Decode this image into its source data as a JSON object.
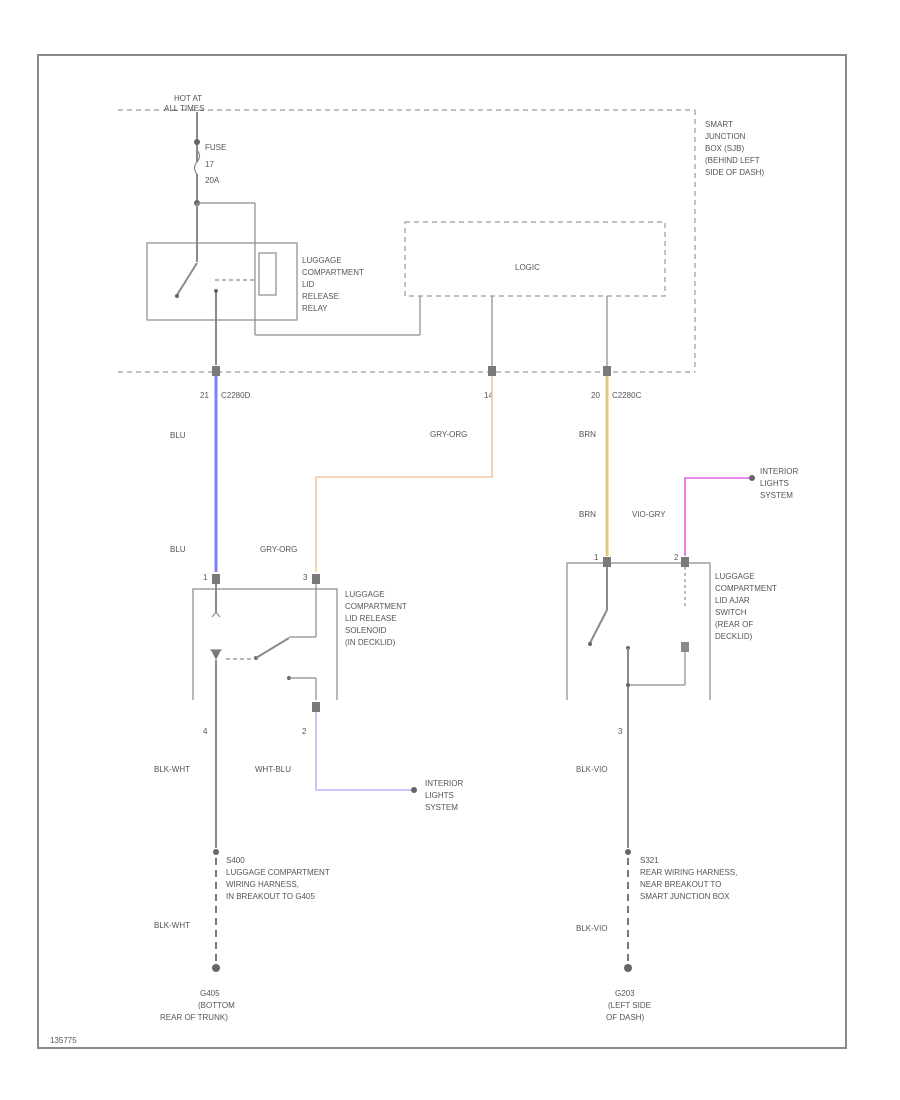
{
  "power": {
    "hot_line1": "HOT AT",
    "hot_line2": "ALL TIMES"
  },
  "fuse": {
    "line1": "FUSE",
    "line2": "17",
    "line3": "20A"
  },
  "sjb": {
    "line1": "SMART",
    "line2": "JUNCTION",
    "line3": "BOX (SJB)",
    "line4": "(BEHIND LEFT",
    "line5": "SIDE OF DASH)"
  },
  "relay": {
    "line1": "LUGGAGE",
    "line2": "COMPARTMENT",
    "line3": "LID",
    "line4": "RELEASE",
    "line5": "RELAY"
  },
  "logic": {
    "label": "LOGIC"
  },
  "pins": {
    "p21": "21",
    "c2280d": "C2280D",
    "p14": "14",
    "p20": "20",
    "c2280c": "C2280C",
    "sol1": "1",
    "sol3": "3",
    "sol4": "4",
    "sol2": "2",
    "sw1": "1",
    "sw2": "2",
    "sw3": "3"
  },
  "wires": {
    "blu_top": "BLU",
    "blu_bot": "BLU",
    "gryorg_top": "GRY-ORG",
    "gryorg_bot": "GRY-ORG",
    "brn_top": "BRN",
    "brn_bot": "BRN",
    "vio_gry": "VIO-GRY",
    "blk_wht_top": "BLK-WHT",
    "wht_blu": "WHT-BLU",
    "blk_wht_bot": "BLK-WHT",
    "blk_vio_top": "BLK-VIO",
    "blk_vio_bot": "BLK-VIO"
  },
  "interior_top": {
    "line1": "INTERIOR",
    "line2": "LIGHTS",
    "line3": "SYSTEM"
  },
  "interior_bottom": {
    "line1": "INTERIOR",
    "line2": "LIGHTS",
    "line3": "SYSTEM"
  },
  "solenoid": {
    "line1": "LUGGAGE",
    "line2": "COMPARTMENT",
    "line3": "LID RELEASE",
    "line4": "SOLENOID",
    "line5": "(IN DECKLID)"
  },
  "ajar_switch": {
    "line1": "LUGGAGE",
    "line2": "COMPARTMENT",
    "line3": "LID AJAR",
    "line4": "SWITCH",
    "line5": "(REAR OF",
    "line6": "DECKLID)"
  },
  "splice_left": {
    "line1": "S400",
    "line2": "LUGGAGE COMPARTMENT",
    "line3": "WIRING HARNESS,",
    "line4": "IN BREAKOUT TO G405"
  },
  "splice_right": {
    "line1": "S321",
    "line2": "REAR WIRING HARNESS,",
    "line3": "NEAR BREAKOUT TO",
    "line4": "SMART JUNCTION BOX"
  },
  "ground_left": {
    "line1": "G405",
    "line2": "(BOTTOM",
    "line3": "REAR OF TRUNK)"
  },
  "ground_right": {
    "line1": "G203",
    "line2": "(LEFT SIDE",
    "line3": "OF DASH)"
  },
  "footer": {
    "code": "135775"
  },
  "colors": {
    "blu": "#8080ff",
    "gry_org": "#f3c8a0",
    "brn": "#e5c77a",
    "vio_gry": "#e060e0",
    "wht_blu": "#b8b8ff"
  }
}
